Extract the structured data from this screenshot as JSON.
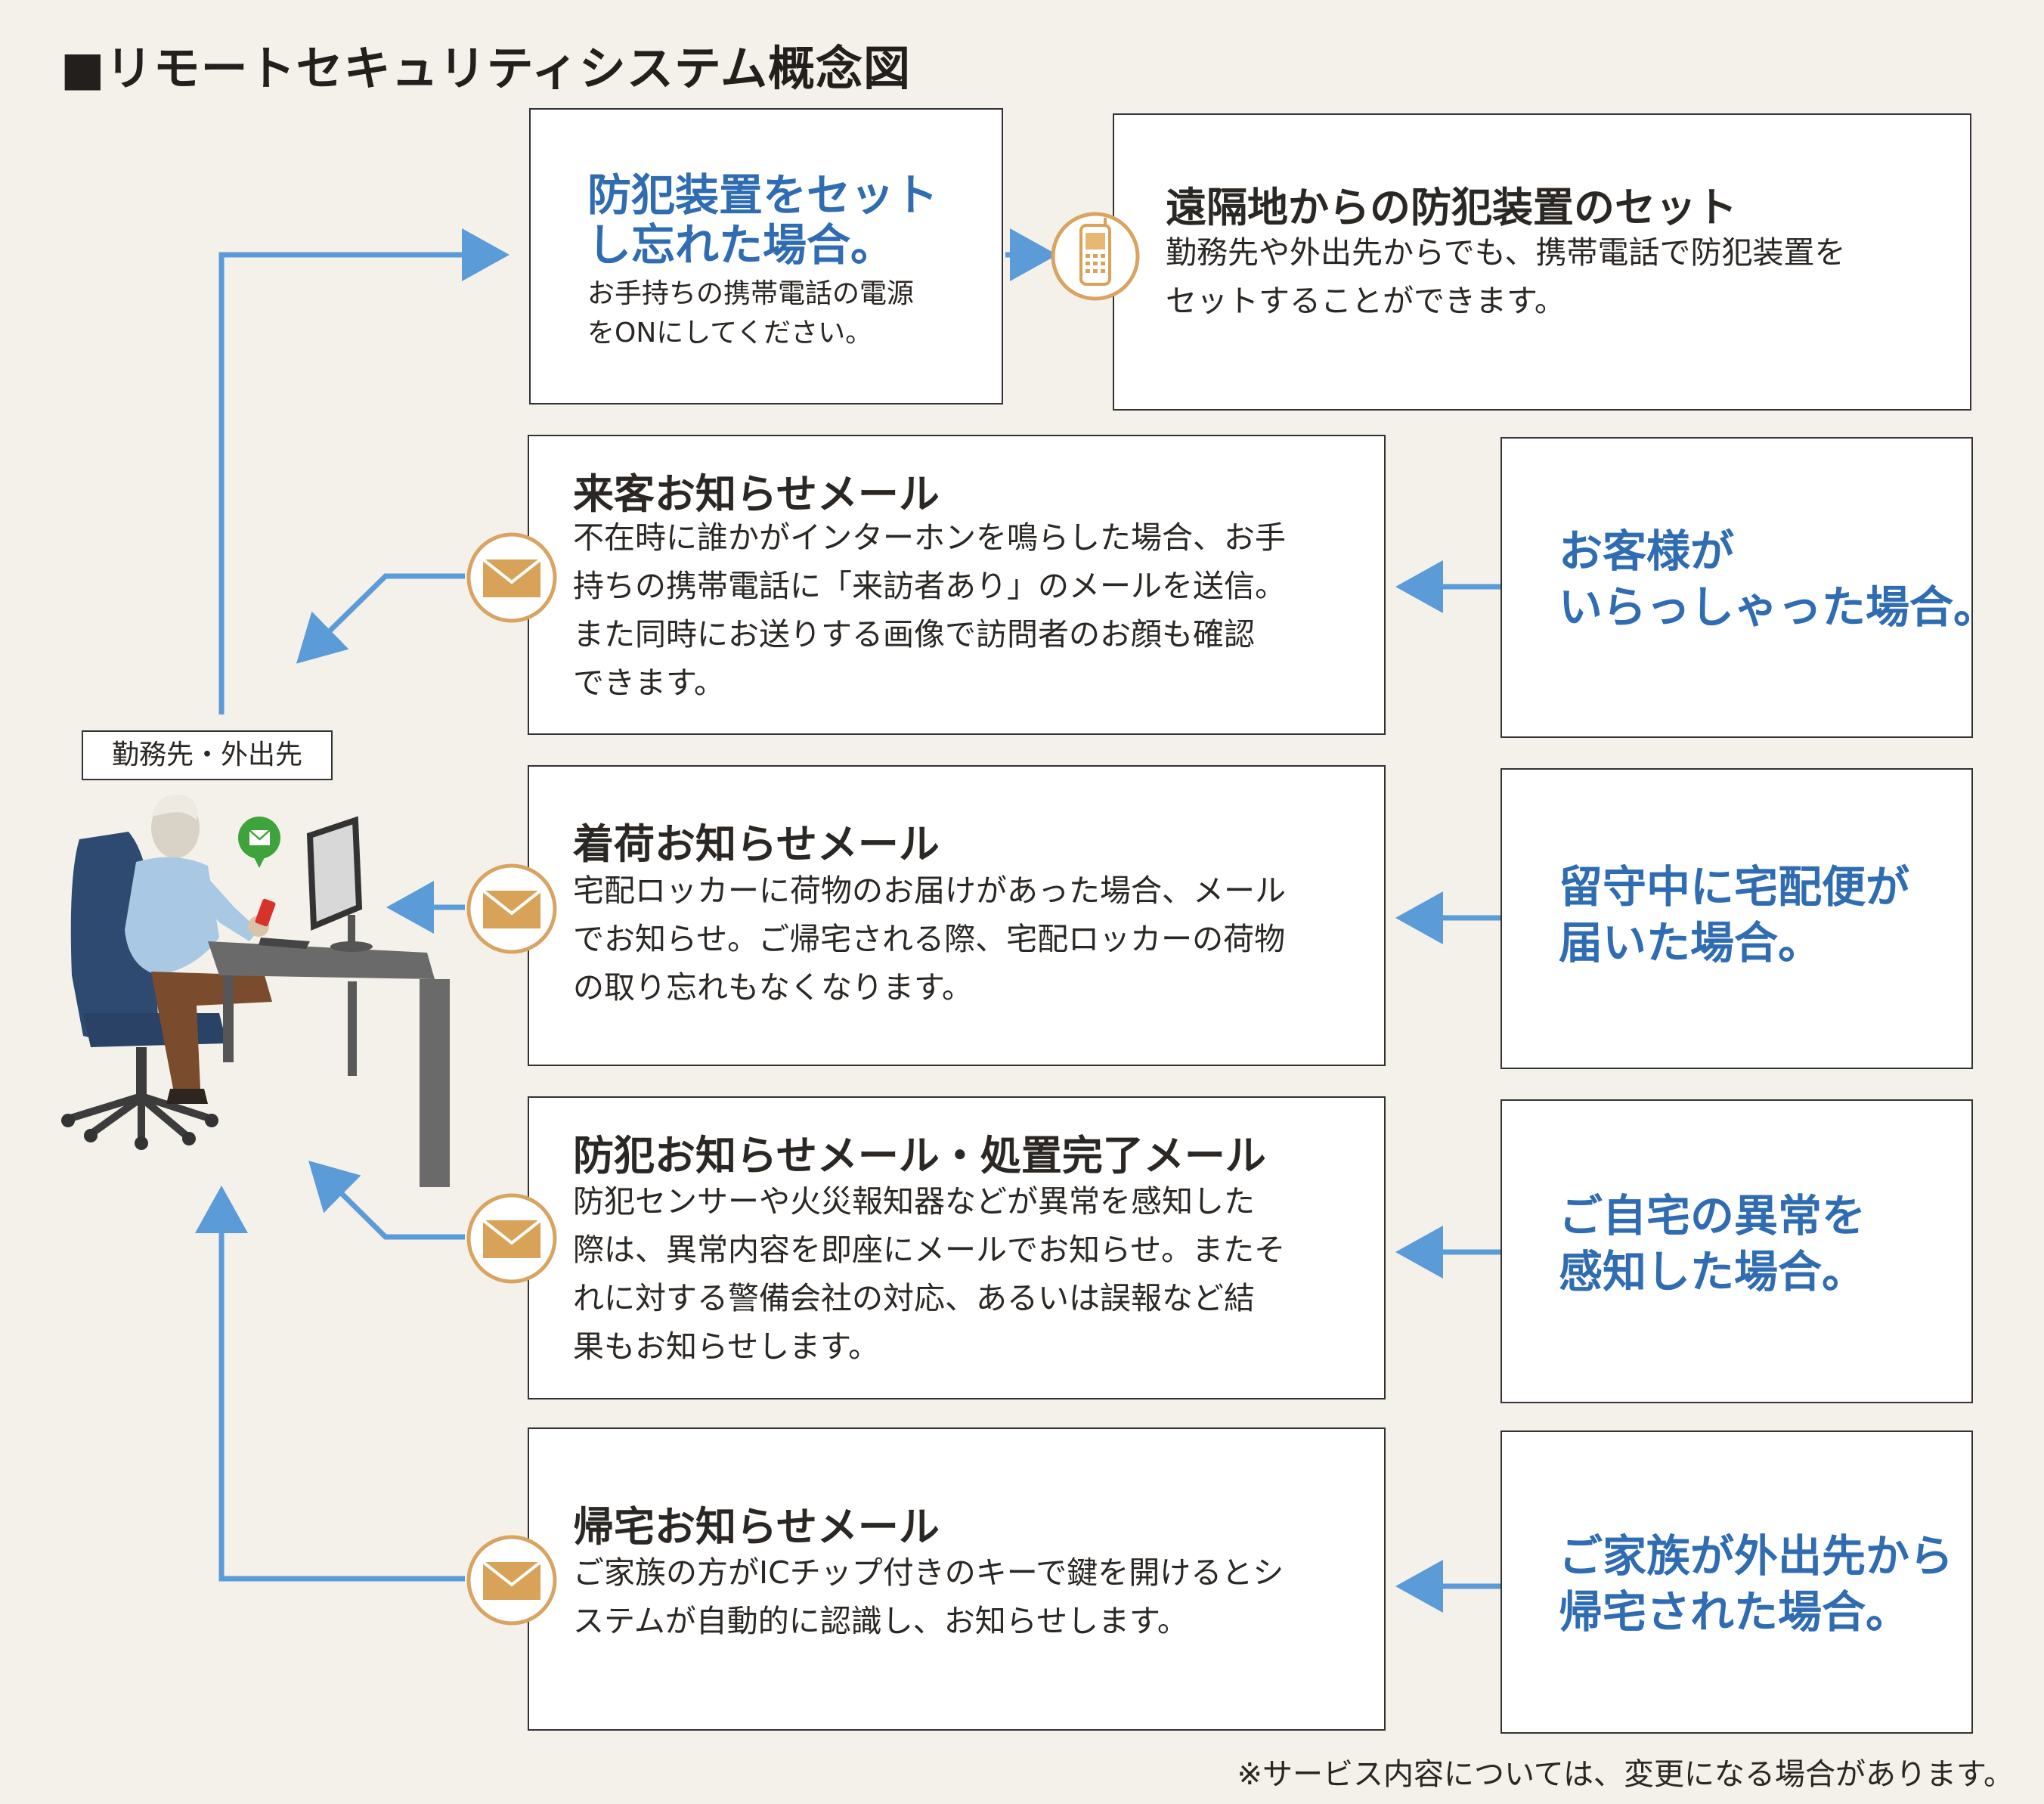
{
  "title": "■リモートセキュリティシステム概念図",
  "location_label": "勤務先・外出先",
  "top_row": {
    "condition": {
      "title_line1": "防犯装置をセット",
      "title_line2": "し忘れた場合。",
      "text_line1": "お手持ちの携帯電話の電源",
      "text_line2": "をONにしてください。"
    },
    "service": {
      "title": "遠隔地からの防犯装置のセット",
      "text_line1": "勤務先や外出先からでも、携帯電話で防犯装置を",
      "text_line2": "セットすることができます。"
    }
  },
  "rows": [
    {
      "mail_title": "来客お知らせメール",
      "lines": [
        "不在時に誰かがインターホンを鳴らした場合、お手",
        "持ちの携帯電話に「来訪者あり」のメールを送信。",
        "また同時にお送りする画像で訪問者のお顔も確認",
        "できます。"
      ],
      "case_line1": "お客様が",
      "case_line2": "いらっしゃった場合。"
    },
    {
      "mail_title": "着荷お知らせメール",
      "lines": [
        "宅配ロッカーに荷物のお届けがあった場合、メール",
        "でお知らせ。ご帰宅される際、宅配ロッカーの荷物",
        "の取り忘れもなくなります。"
      ],
      "case_line1": "留守中に宅配便が",
      "case_line2": "届いた場合。"
    },
    {
      "mail_title": "防犯お知らせメール・処置完了メール",
      "lines": [
        "防犯センサーや火災報知器などが異常を感知した",
        "際は、異常内容を即座にメールでお知らせ。またそ",
        "れに対する警備会社の対応、あるいは誤報など結",
        "果もお知らせします。"
      ],
      "case_line1": "ご自宅の異常を",
      "case_line2": "感知した場合。"
    },
    {
      "mail_title": "帰宅お知らせメール",
      "lines": [
        "ご家族の方がICチップ付きのキーで鍵を開けるとシ",
        "ステムが自動的に認識し、お知らせします。"
      ],
      "case_line1": "ご家族が外出先から",
      "case_line2": "帰宅された場合。"
    }
  ],
  "footnote": "※サービス内容については、変更になる場合があります。",
  "colors": {
    "arrow": "#5b9bd8",
    "case_text": "#2f6cb2",
    "badge_ring": "#d9a462",
    "envelope": "#d8a258"
  },
  "icons": [
    "mobile-phone-icon",
    "envelope-icon",
    "person-at-desk-illustration"
  ]
}
